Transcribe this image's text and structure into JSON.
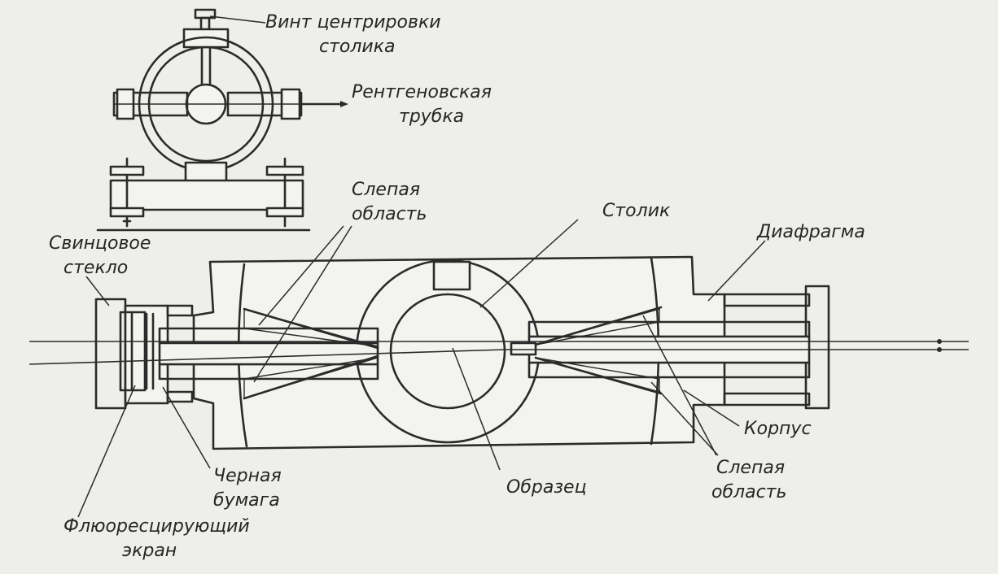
{
  "labels": {
    "centering_screw": [
      "Винт центрировки",
      "столика"
    ],
    "xray_tube": [
      "Рентгеновская",
      "трубка"
    ],
    "blind_area_top": [
      "Слепая",
      "область"
    ],
    "stage": "Столик",
    "lead_glass": [
      "Свинцовое",
      "стекло"
    ],
    "diaphragm": "Диафрагма",
    "housing": "Корпус",
    "black_paper": [
      "Черная",
      "бумага"
    ],
    "sample": "Образец",
    "blind_area_bottom": [
      "Слепая",
      "область"
    ],
    "fluorescent_screen": [
      "Флюоресцирующий",
      "экран"
    ]
  },
  "colors": {
    "ink": "#2b2b2b",
    "paper": "#eeeeea"
  }
}
